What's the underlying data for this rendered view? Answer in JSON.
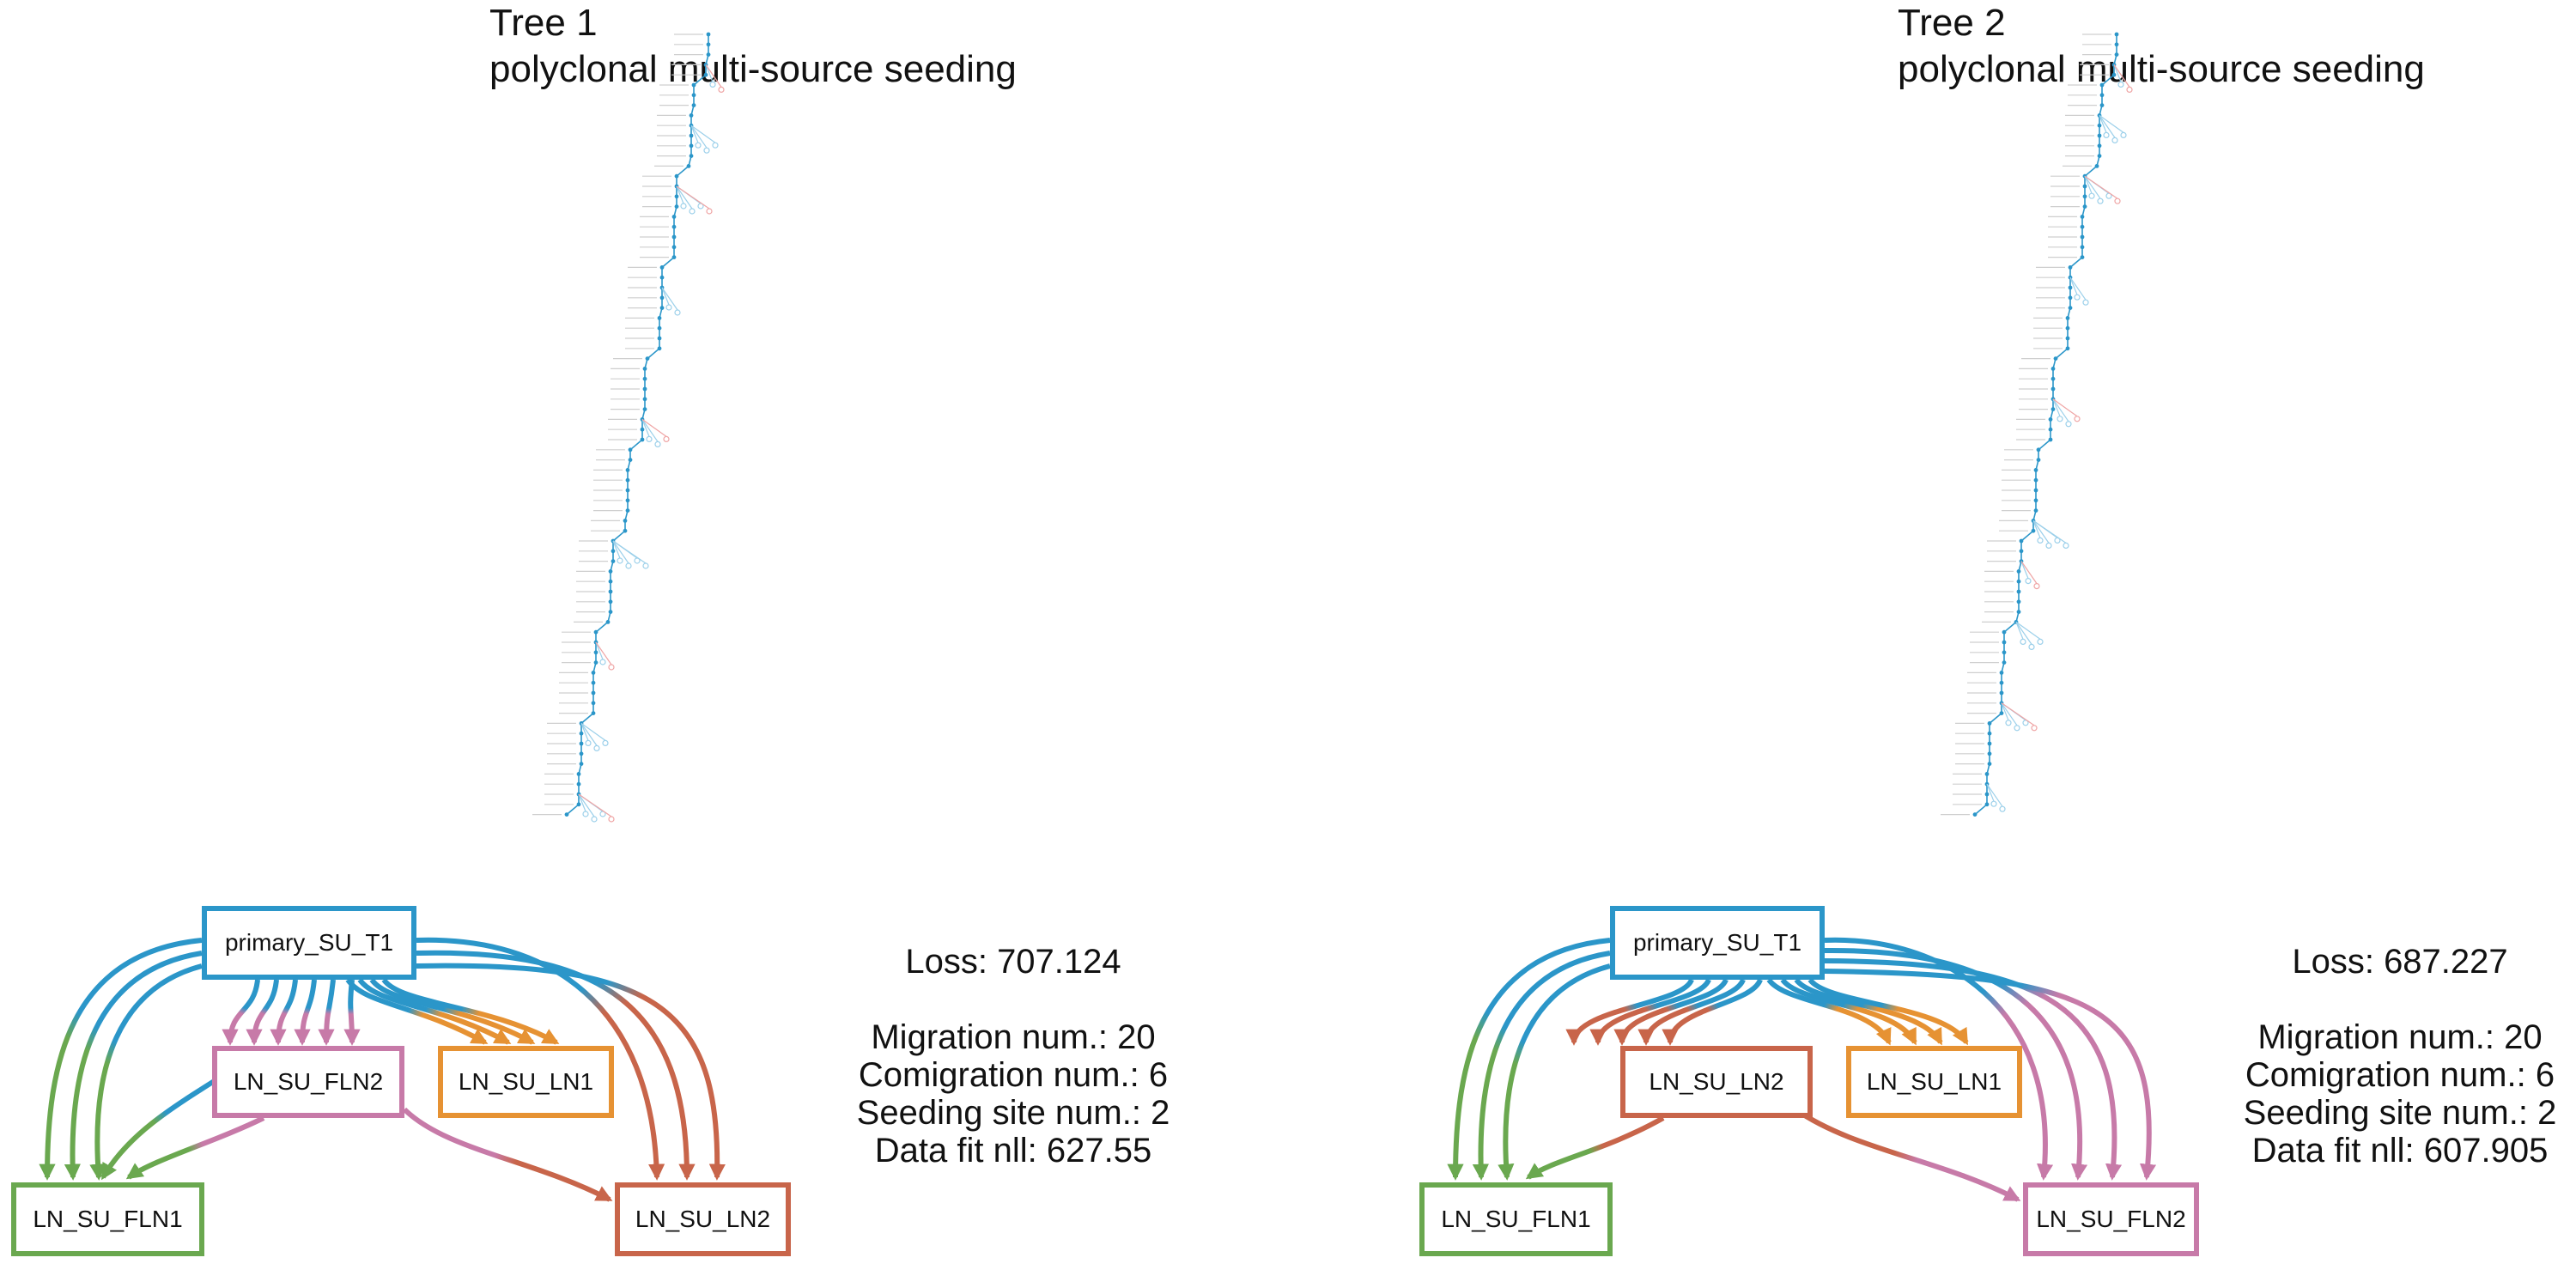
{
  "colors": {
    "blue": "#2b96c9",
    "pink": "#c77aa8",
    "orange": "#e69233",
    "green": "#6aa84f",
    "red": "#c8654a",
    "light_blue": "#9cd0ea",
    "light_red": "#efa5a5"
  },
  "panels": [
    {
      "tree_label": "Tree 1",
      "pattern": "polyclonal multi-source seeding",
      "nodes": {
        "primary": "primary_SU_T1",
        "mid_left": "LN_SU_FLN2",
        "mid_right": "LN_SU_LN1",
        "bottom_left": "LN_SU_FLN1",
        "bottom_right": "LN_SU_LN2"
      },
      "node_colors": {
        "primary": "blue",
        "mid_left": "pink",
        "mid_right": "orange",
        "bottom_left": "green",
        "bottom_right": "red"
      },
      "stats": {
        "loss": "Loss: 707.124",
        "migration": "Migration num.: 20",
        "comigration": "Comigration num.: 6",
        "seeding": "Seeding site num.: 2",
        "fit": "Data fit nll: 627.55"
      }
    },
    {
      "tree_label": "Tree 2",
      "pattern": "polyclonal multi-source seeding",
      "nodes": {
        "primary": "primary_SU_T1",
        "mid_left": "LN_SU_LN2",
        "mid_right": "LN_SU_LN1",
        "bottom_left": "LN_SU_FLN1",
        "bottom_right": "LN_SU_FLN2"
      },
      "node_colors": {
        "primary": "blue",
        "mid_left": "red",
        "mid_right": "orange",
        "bottom_left": "green",
        "bottom_right": "pink"
      },
      "stats": {
        "loss": "Loss: 687.227",
        "migration": "Migration num.: 20",
        "comigration": "Comigration num.: 6",
        "seeding": "Seeding site num.: 2",
        "fit": "Data fit nll: 607.905"
      }
    }
  ]
}
